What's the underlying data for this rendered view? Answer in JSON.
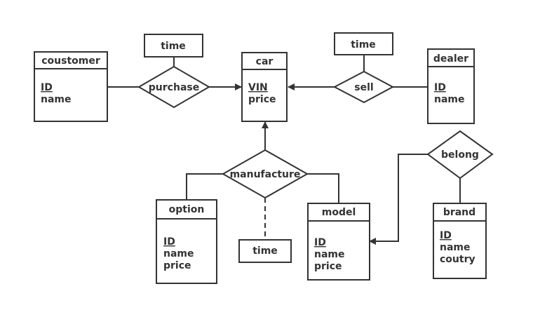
{
  "entities": {
    "coustomer": {
      "title": "coustomer",
      "attrs": [
        {
          "text": "ID",
          "key": true
        },
        {
          "text": "name",
          "key": false
        }
      ]
    },
    "car": {
      "title": "car",
      "attrs": [
        {
          "text": "VIN",
          "key": true
        },
        {
          "text": "price",
          "key": false
        }
      ]
    },
    "dealer": {
      "title": "dealer",
      "attrs": [
        {
          "text": "ID",
          "key": true
        },
        {
          "text": "name",
          "key": false
        }
      ]
    },
    "option": {
      "title": "option",
      "attrs": [
        {
          "text": "ID",
          "key": true
        },
        {
          "text": "name",
          "key": false
        },
        {
          "text": "price",
          "key": false
        }
      ]
    },
    "model": {
      "title": "model",
      "attrs": [
        {
          "text": "ID",
          "key": true
        },
        {
          "text": "name",
          "key": false
        },
        {
          "text": "price",
          "key": false
        }
      ]
    },
    "brand": {
      "title": "brand",
      "attrs": [
        {
          "text": "ID",
          "key": true
        },
        {
          "text": "name",
          "key": false
        },
        {
          "text": "coutry",
          "key": false
        }
      ]
    }
  },
  "relationships": {
    "purchase": "purchase",
    "sell": "sell",
    "manufacture": "manufacture",
    "belong": "belong"
  },
  "relationship_attributes": {
    "purchase_time": "time",
    "sell_time": "time",
    "manufacture_time": "time"
  },
  "colors": {
    "stroke": "#333333",
    "background": "#ffffff"
  }
}
